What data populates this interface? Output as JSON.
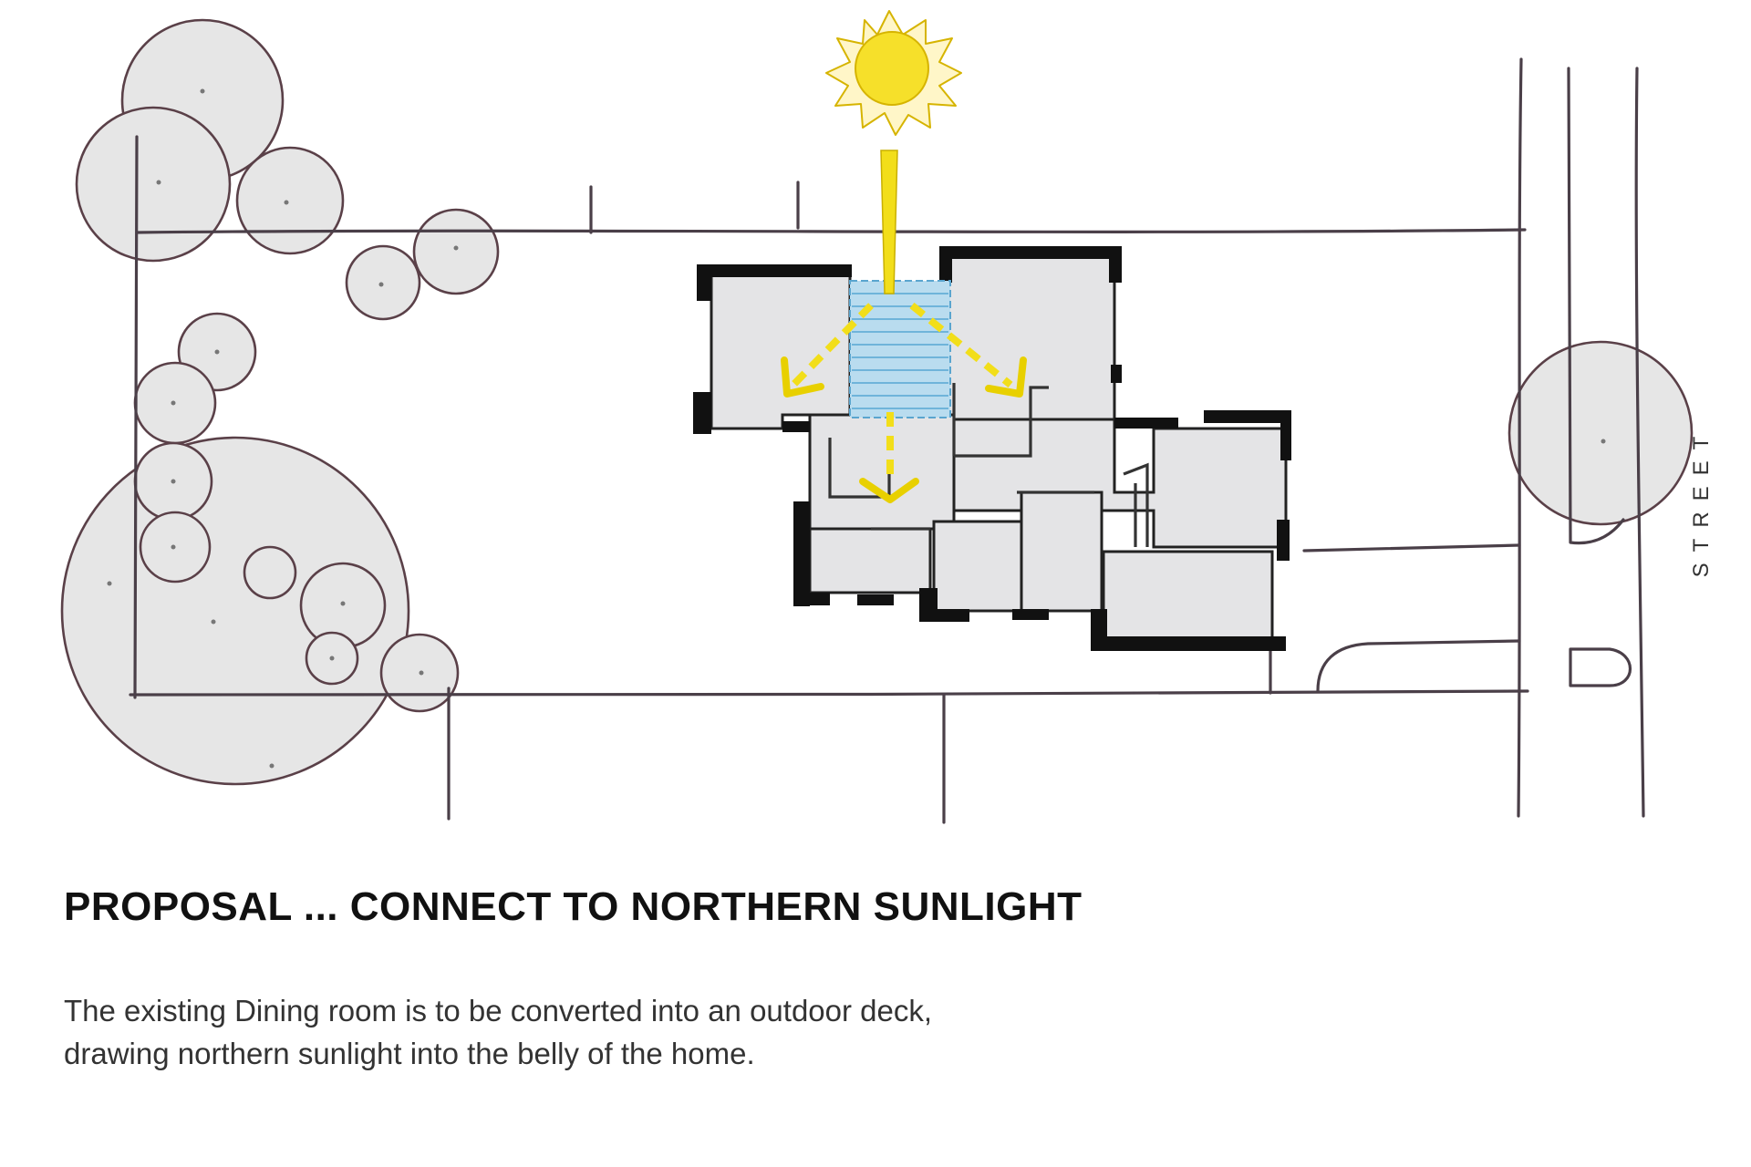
{
  "diagram": {
    "street_label": "STREET",
    "icons": {
      "sun": "sun-icon",
      "sunlight_beam": "arrow-down-icon",
      "deck": "hatched-deck-icon"
    },
    "colors": {
      "sun_fill": "#f6e02a",
      "arrow": "#f2de1a",
      "deck": "#b9dcef",
      "tree_fill": "#e6e6e6",
      "house_fill": "#e4e4e6",
      "ink": "#4a3f48"
    }
  },
  "caption": {
    "title": "PROPOSAL ... CONNECT TO NORTHERN SUNLIGHT",
    "body_line1": "The existing Dining room is to be converted into an outdoor deck,",
    "body_line2": "drawing northern sunlight into the belly of the home."
  }
}
